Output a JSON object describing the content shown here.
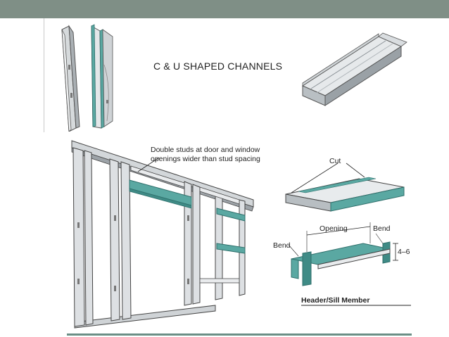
{
  "slide": {
    "title": "C & U SHAPED CHANNELS"
  },
  "wall_diagram": {
    "callout_line1": "Double studs at door and window",
    "callout_line2": "openings wider than stud spacing"
  },
  "header_diagram": {
    "cut_label": "Cut",
    "opening_label": "Opening",
    "bend_left_label": "Bend",
    "bend_right_label": "Bend",
    "dimension_label": "4–6",
    "caption": "Header/Sill Member"
  },
  "colors": {
    "top_bar": "#7f8f86",
    "accent_teal": "#5aa8a2",
    "steel": "#c9ced1",
    "bottom_rule": "#6b8f86"
  }
}
